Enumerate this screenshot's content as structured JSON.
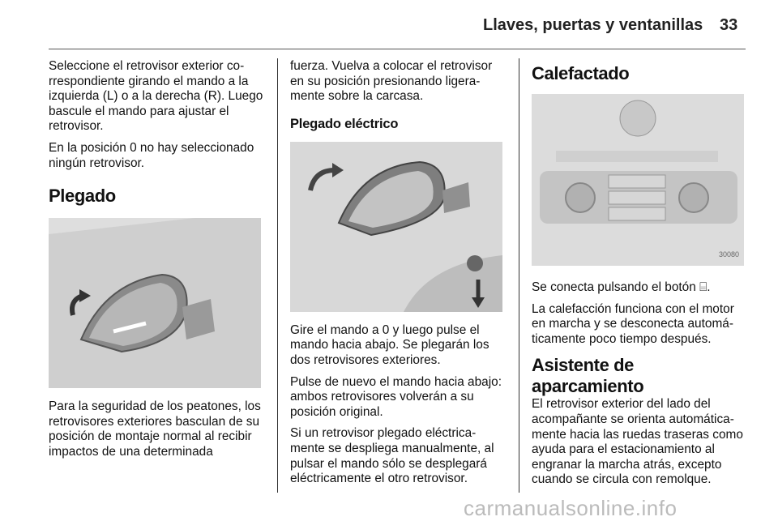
{
  "header": {
    "title": "Llaves, puertas y ventanillas",
    "page_number": "33"
  },
  "col1": {
    "para1": "Seleccione el retrovisor exterior co-rrespondiente girando el mando a la izquierda (L) o a la derecha (R). Luego bascule el mando para ajustar el retrovisor.",
    "para2": "En la posición 0 no hay seleccionado ningún retrovisor.",
    "heading_plegado": "Plegado",
    "para3": "Para la seguridad de los peatones, los retrovisores exteriores basculan de su posición de montaje normal al recibir impactos de una determinada"
  },
  "col2": {
    "para1": "fuerza. Vuelva a colocar el retrovisor en su posición presionando ligera-mente sobre la carcasa.",
    "heading_plegado_electrico": "Plegado eléctrico",
    "para2": "Gire el mando a 0 y luego pulse el mando hacia abajo. Se plegarán los dos retrovisores exteriores.",
    "para3": "Pulse de nuevo el mando hacia abajo: ambos retrovisores volverán a su posición original.",
    "para4": "Si un retrovisor plegado eléctrica-mente se despliega manualmente, al pulsar el mando sólo se desplegará eléctricamente el otro retrovisor."
  },
  "col3": {
    "heading_calefactado": "Calefactado",
    "figure_code": "30080",
    "para1": "Se conecta pulsando el botón ⌸.",
    "para2": "La calefacción funciona con el motor en marcha y se desconecta automá-ticamente poco tiempo después.",
    "heading_asistente": "Asistente de aparcamiento",
    "para3": "El retrovisor exterior del lado del acompañante se orienta automática-mente hacia las ruedas traseras como ayuda para el estacionamiento al engranar la marcha atrás, excepto cuando se circula con remolque."
  },
  "footer": {
    "watermark": "carmanualsonline.info"
  }
}
